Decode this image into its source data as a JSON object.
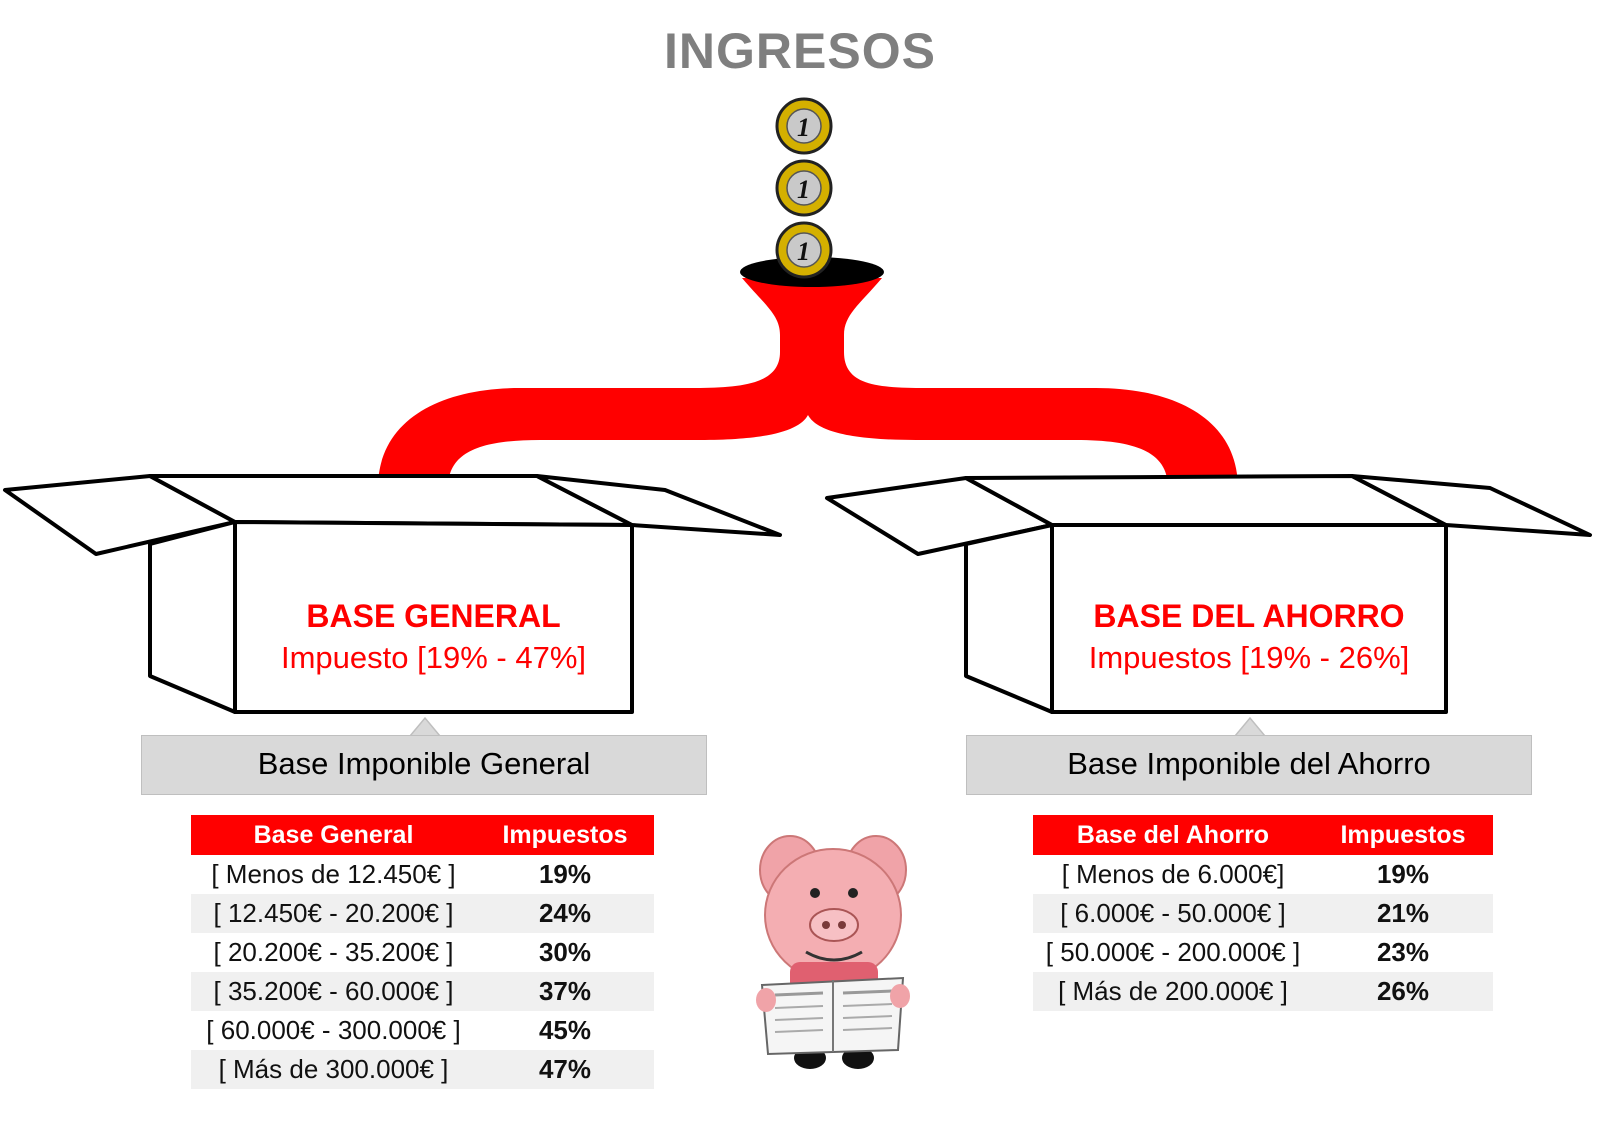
{
  "title": "INGRESOS",
  "colors": {
    "accent": "#ff0000",
    "title": "#7f7f7f",
    "callout": "#d9d9d9"
  },
  "coins": {
    "count": 3,
    "icon": "euro-coin-icon",
    "label": "1 EURO"
  },
  "left_box": {
    "title": "BASE GENERAL",
    "subtitle": "Impuesto [19% - 47%]",
    "callout": "Base Imponible General"
  },
  "right_box": {
    "title": "BASE DEL AHORRO",
    "subtitle": "Impuestos [19% - 26%]",
    "callout": "Base Imponible del Ahorro"
  },
  "general_table": {
    "headers": [
      "Base General",
      "Impuestos"
    ],
    "rows": [
      [
        "[ Menos de 12.450€ ]",
        "19%"
      ],
      [
        "[ 12.450€ - 20.200€ ]",
        "24%"
      ],
      [
        "[ 20.200€ - 35.200€ ]",
        "30%"
      ],
      [
        "[ 35.200€ - 60.000€ ]",
        "37%"
      ],
      [
        "[ 60.000€ - 300.000€ ]",
        "45%"
      ],
      [
        "[ Más de 300.000€ ]",
        "47%"
      ]
    ]
  },
  "savings_table": {
    "headers": [
      "Base del Ahorro",
      "Impuestos"
    ],
    "rows": [
      [
        "[ Menos de 6.000€]",
        "19%"
      ],
      [
        "[ 6.000€ - 50.000€ ]",
        "21%"
      ],
      [
        "[ 50.000€ - 200.000€ ]",
        "23%"
      ],
      [
        "[ Más de 200.000€ ]",
        "26%"
      ]
    ]
  },
  "mascot": {
    "icon": "pig-reading-newspaper-icon"
  }
}
